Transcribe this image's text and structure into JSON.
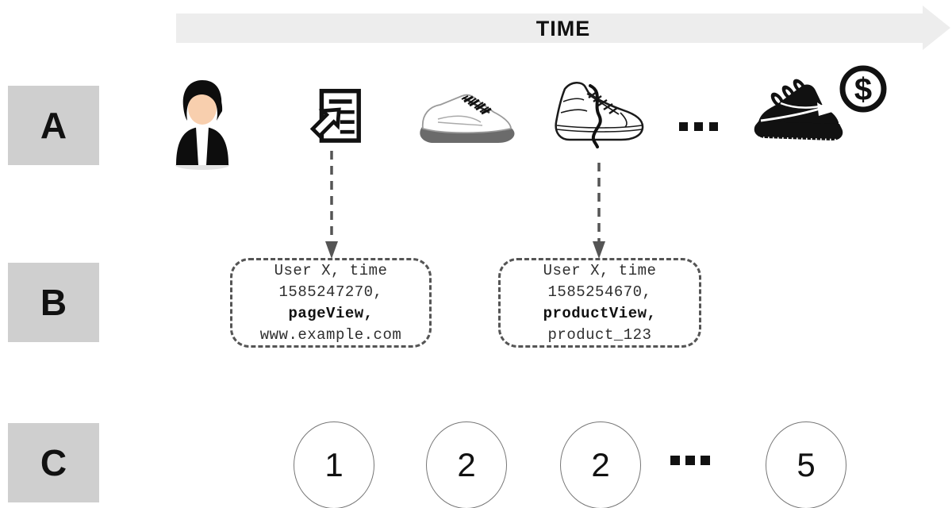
{
  "timeline": {
    "label": "TIME"
  },
  "rows": {
    "a": {
      "label": "A"
    },
    "b": {
      "label": "B"
    },
    "c": {
      "label": "C"
    }
  },
  "row_a": {
    "icons": [
      "user-avatar",
      "page-click-icon",
      "sneaker-lowtop",
      "sneaker-hightop",
      "ellipsis",
      "sneaker-purchase",
      "dollar-icon"
    ],
    "ellipsis": "...",
    "dollar": "$"
  },
  "events": [
    {
      "line1": "User X, time",
      "line2": "1585247270,",
      "line3": "pageView,",
      "line4": "www.example.com"
    },
    {
      "line1": "User X, time",
      "line2": "1585254670,",
      "line3": "productView,",
      "line4": "product_123"
    }
  ],
  "counts": {
    "c1": "1",
    "c2": "2",
    "c3": "2",
    "ellipsis": "...",
    "c4": "5"
  },
  "colors": {
    "label_bg": "#cfcfcf",
    "arrow_bg": "#ededed",
    "dash": "#555555",
    "face": "#f8cfae"
  }
}
